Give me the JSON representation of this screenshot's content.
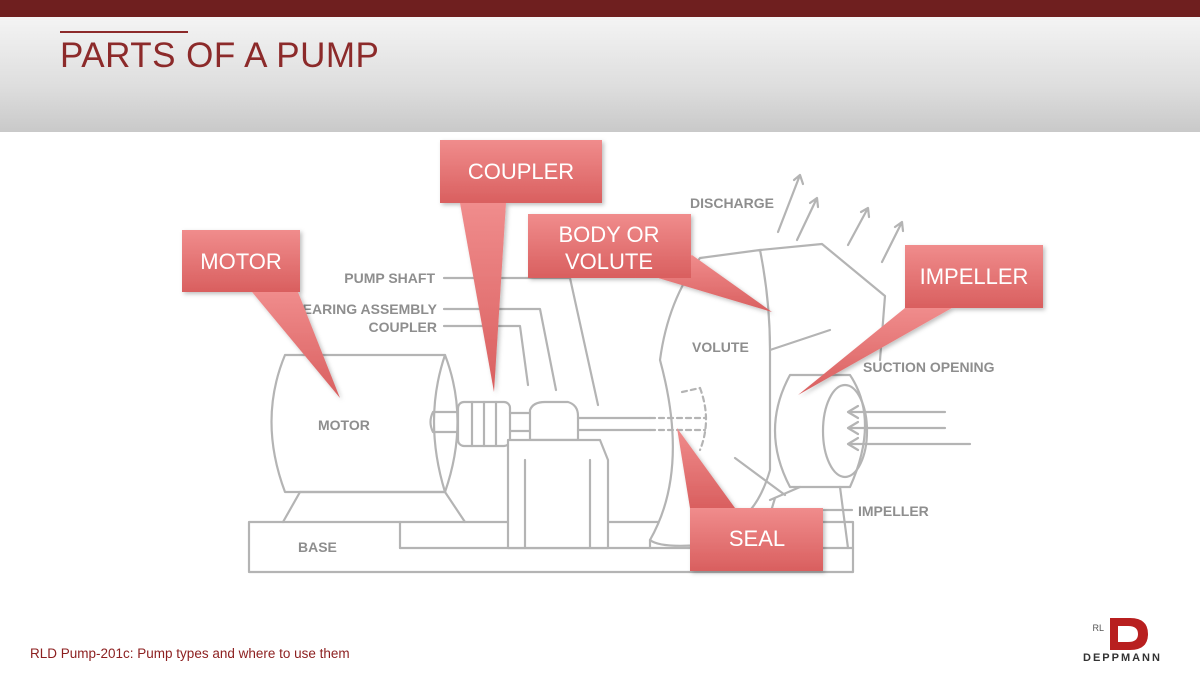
{
  "slide": {
    "title": "PARTS OF A PUMP",
    "footer": "RLD Pump-201c: Pump types and where to use them"
  },
  "diagram": {
    "labels": {
      "discharge": "DISCHARGE",
      "pump_shaft": "PUMP SHAFT",
      "bearing_assembly": "BEARING ASSEMBLY",
      "coupler": "COUPLER",
      "volute": "VOLUTE",
      "suction_opening": "SUCTION OPENING",
      "motor": "MOTOR",
      "impeller": "IMPELLER",
      "base": "BASE"
    },
    "callouts": {
      "coupler": "COUPLER",
      "body_line1": "BODY OR",
      "body_line2": "VOLUTE",
      "motor": "MOTOR",
      "impeller": "IMPELLER",
      "seal": "SEAL"
    }
  },
  "logo": {
    "monogram": "RL",
    "letter": "D",
    "wordmark": "DEPPMANN"
  },
  "colors": {
    "brand": "#8c2a2a",
    "callout_fill": "#e87a7a",
    "line_art": "#b4b4b4"
  }
}
